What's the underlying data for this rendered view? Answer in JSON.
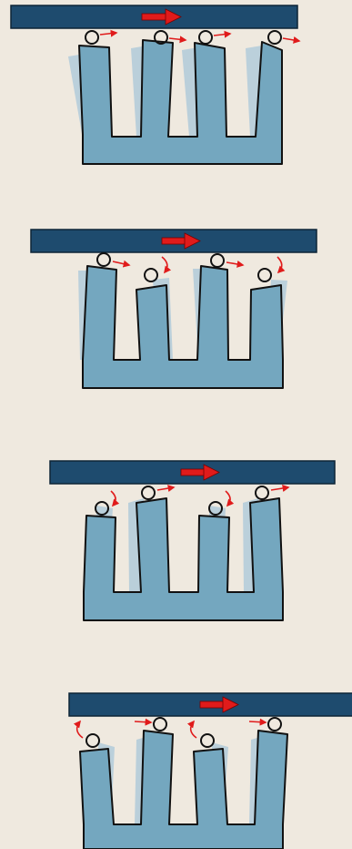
{
  "colors": {
    "background": "#efe9df",
    "bar": "#1e4b6e",
    "comb": "#74a7bf",
    "comb_ghost": "#a9c7d9",
    "outline": "#111111",
    "arrow": "#e01b1b"
  },
  "frames": [
    {
      "bar_arrow": "right",
      "fingers": [
        {
          "contact_arrow": "right"
        },
        {
          "contact_arrow": "right"
        },
        {
          "contact_arrow": "right"
        },
        {
          "contact_arrow": "right"
        }
      ]
    },
    {
      "bar_arrow": "right",
      "fingers": [
        {
          "contact_arrow": "right"
        },
        {
          "contact_arrow": "curl-down"
        },
        {
          "contact_arrow": "right"
        },
        {
          "contact_arrow": "curl-down"
        }
      ]
    },
    {
      "bar_arrow": "right",
      "fingers": [
        {
          "contact_arrow": "curl-down"
        },
        {
          "contact_arrow": "right"
        },
        {
          "contact_arrow": "curl-down"
        },
        {
          "contact_arrow": "right"
        }
      ]
    },
    {
      "bar_arrow": "right",
      "fingers": [
        {
          "contact_arrow": "curl-up"
        },
        {
          "contact_arrow": "right-in"
        },
        {
          "contact_arrow": "curl-up"
        },
        {
          "contact_arrow": "right-in"
        }
      ]
    }
  ]
}
